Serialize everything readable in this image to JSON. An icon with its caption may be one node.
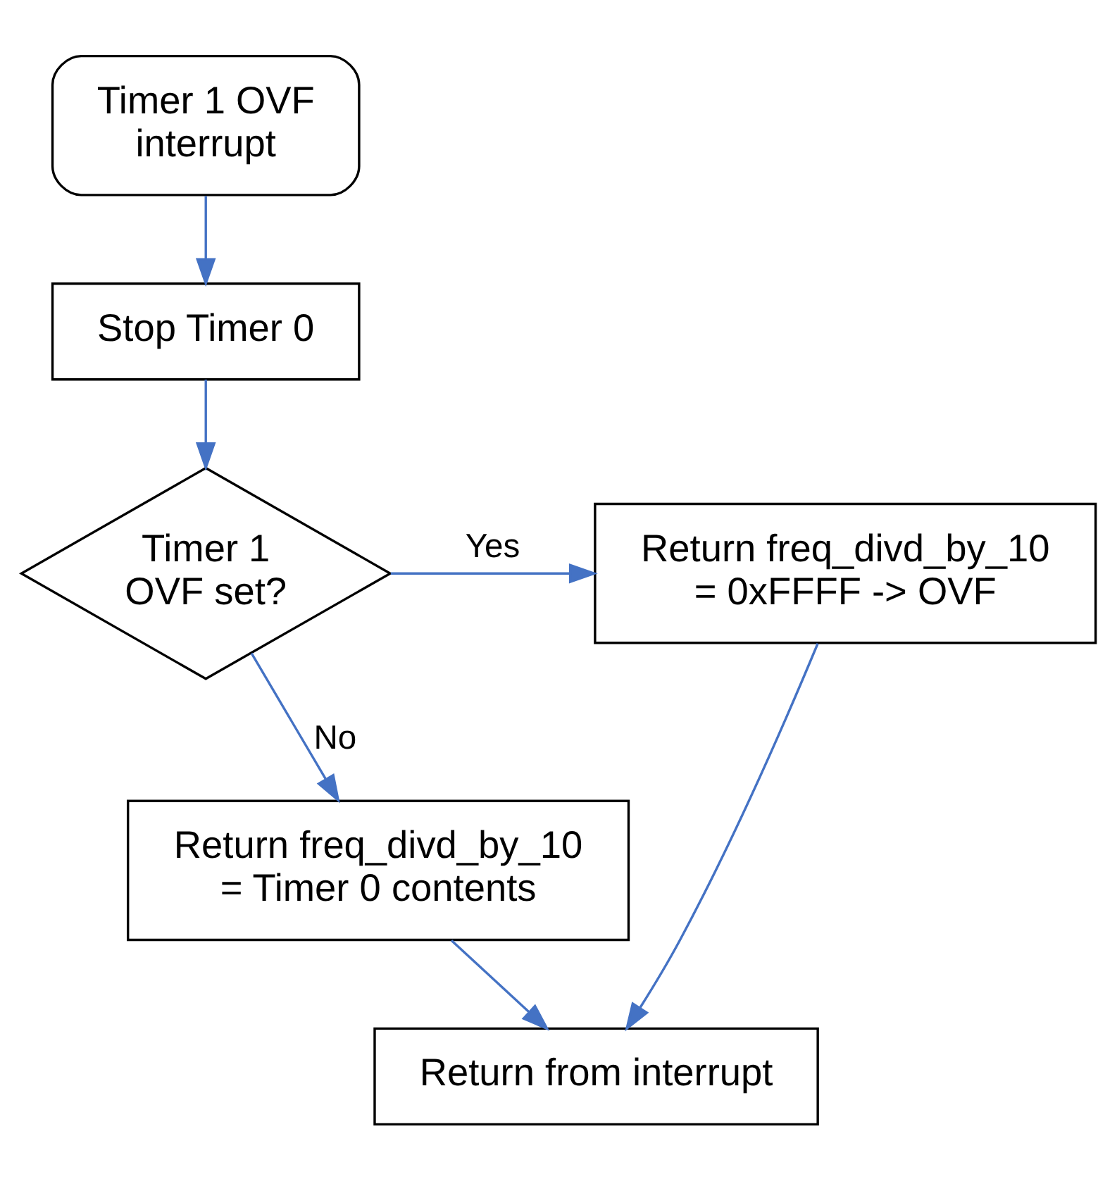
{
  "diagram": {
    "nodes": [
      {
        "text": [
          "Timer 1 OVF interrupt"
        ]
      },
      {
        "text": [
          "Stop Timer 0"
        ]
      },
      {
        "text": [
          "Timer 1 OVF set?"
        ]
      },
      {
        "text": [
          "Return freq_divd_by_10 = 0xFFFF -> OVF"
        ]
      },
      {
        "text": [
          "Return freq_divd_by_10 = Timer 0 contents"
        ]
      },
      {
        "text": [
          "Return from interrupt"
        ]
      }
    ],
    "edges": [
      {
        "from": 0,
        "to": 1,
        "arrow": "to"
      },
      {
        "from": 1,
        "to": 2,
        "arrow": "to"
      },
      {
        "from": 2,
        "to": 3,
        "arrow": "to",
        "label": "Yes"
      },
      {
        "from": 2,
        "to": 4,
        "arrow": "to",
        "label": "No"
      },
      {
        "from": 3,
        "to": 5,
        "arrow": "to"
      },
      {
        "from": 4,
        "to": 5,
        "arrow": "to"
      }
    ]
  }
}
